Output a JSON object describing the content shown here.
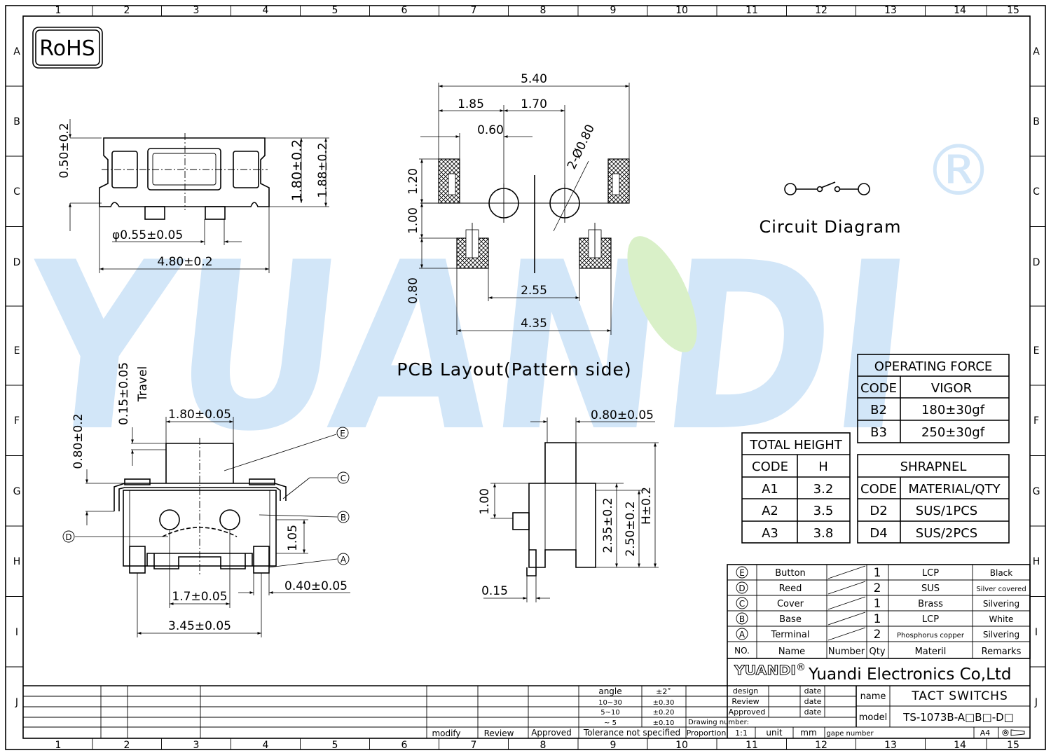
{
  "frame": {
    "col_labels": [
      "1",
      "2",
      "3",
      "4",
      "5",
      "6",
      "7",
      "8",
      "9",
      "10",
      "11",
      "12",
      "13",
      "14",
      "15"
    ],
    "row_labels": [
      "A",
      "B",
      "C",
      "D",
      "E",
      "F",
      "G",
      "H",
      "I",
      "J"
    ]
  },
  "rohs": "RoHS",
  "watermark": {
    "text": "YUANDI",
    "mark": "®"
  },
  "top_view": {
    "dim_050": "0.50±0.2",
    "dim_180": "1.80±0.2",
    "dim_188": "1.88±0.2",
    "dim_pin": "φ0.55±0.05",
    "dim_480": "4.80±0.2"
  },
  "pcb": {
    "dim_540": "5.40",
    "dim_185": "1.85",
    "dim_170": "1.70",
    "dim_060": "0.60",
    "dim_hole": "2-Ø0.80",
    "dim_120": "1.20",
    "dim_100": "1.00",
    "dim_080": "0.80",
    "dim_255": "2.55",
    "dim_435": "4.35",
    "title": "PCB Layout(Pattern side)"
  },
  "circuit": {
    "title": "Circuit Diagram"
  },
  "front_view": {
    "dim_travel": "0.15±0.05",
    "travel_label": "Travel",
    "dim_180": "1.80±0.05",
    "dim_080": "0.80±0.2",
    "dim_105": "1.05",
    "dim_17": "1.7±0.05",
    "dim_040": "0.40±0.05",
    "dim_345": "3.45±0.05",
    "callouts": [
      "E",
      "C",
      "B",
      "D",
      "A"
    ]
  },
  "side_view": {
    "dim_080": "0.80±0.05",
    "dim_100": "1.00",
    "dim_235": "2.35±0.2",
    "dim_250": "2.50±0.2",
    "dim_h": "H±0.2",
    "dim_015": "0.15"
  },
  "operating_force": {
    "title": "OPERATING FORCE",
    "headers": [
      "CODE",
      "VIGOR"
    ],
    "rows": [
      [
        "B2",
        "180±30gf"
      ],
      [
        "B3",
        "250±30gf"
      ]
    ]
  },
  "total_height": {
    "title": "TOTAL HEIGHT",
    "headers": [
      "CODE",
      "H"
    ],
    "rows": [
      [
        "A1",
        "3.2"
      ],
      [
        "A2",
        "3.5"
      ],
      [
        "A3",
        "3.8"
      ]
    ]
  },
  "shrapnel": {
    "title": "SHRAPNEL",
    "headers": [
      "CODE",
      "MATERIAL/QTY"
    ],
    "rows": [
      [
        "D2",
        "SUS/1PCS"
      ],
      [
        "D4",
        "SUS/2PCS"
      ]
    ]
  },
  "bom": {
    "rows": [
      {
        "no": "E",
        "name": "Button",
        "qty": "1",
        "material": "LCP",
        "remarks": "Black"
      },
      {
        "no": "D",
        "name": "Reed",
        "qty": "2",
        "material": "SUS",
        "remarks": "Silver covered"
      },
      {
        "no": "C",
        "name": "Cover",
        "qty": "1",
        "material": "Brass",
        "remarks": "Silvering"
      },
      {
        "no": "B",
        "name": "Base",
        "qty": "1",
        "material": "LCP",
        "remarks": "White"
      },
      {
        "no": "A",
        "name": "Terminal",
        "qty": "2",
        "material": "Phosphorus copper",
        "remarks": "Silvering"
      }
    ],
    "headers": {
      "no": "NO.",
      "name": "Name",
      "number": "Number",
      "qty": "Qty",
      "material": "Materil",
      "remarks": "Remarks"
    }
  },
  "company": {
    "logo_text": "YUANDI",
    "logo_mark": "®",
    "name": "Yuandi Electronics Co,Ltd"
  },
  "title_block": {
    "angle_header": "angle",
    "angle_val": "±2˚",
    "tol_rows": [
      [
        "10~30",
        "±0.30"
      ],
      [
        "5~10",
        "±0.20"
      ],
      [
        "~ 5",
        "±0.10"
      ]
    ],
    "tolerance_text": "Tolerance not specified",
    "modify": "modify",
    "review": "Review",
    "approved": "Approved",
    "design": "design",
    "review2": "Review",
    "approved2": "Approved",
    "date": "date",
    "drawing_number": "Drawing number:",
    "proportion": "Proportion",
    "proportion_val": "1:1",
    "unit": "unit",
    "unit_val": "mm",
    "gape_number": "gape number",
    "name_label": "name",
    "name_val": "TACT SWITCHS",
    "model_label": "model",
    "model_val": "TS-1073B-A□B□-D□",
    "sheet": "A4"
  }
}
